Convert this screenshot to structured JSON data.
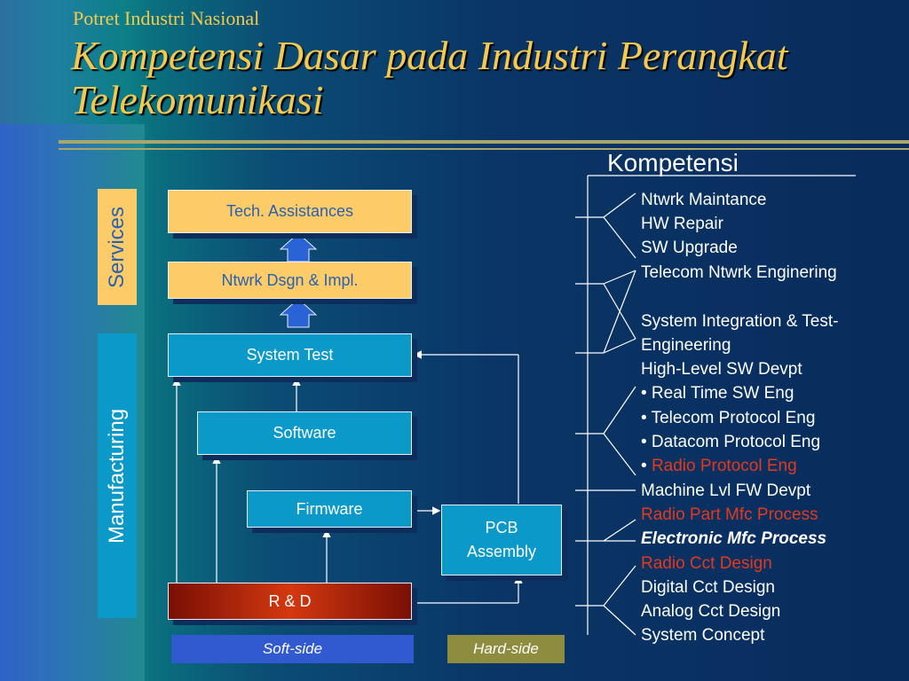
{
  "slide": {
    "subtitle": "Potret Industri Nasional",
    "title_line1": "Kompetensi Dasar pada Industri Perangkat",
    "title_line2": "Telekomunikasi"
  },
  "sections": {
    "services": "Services",
    "manufacturing": "Manufacturing"
  },
  "boxes": {
    "tech": "Tech. Assistances",
    "ntwrk": "Ntwrk Dsgn & Impl.",
    "system_test": "System Test",
    "software": "Software",
    "firmware": "Firmware",
    "rnd": "R & D",
    "pcb_line1": "PCB",
    "pcb_line2": "Assembly"
  },
  "tags": {
    "soft": "Soft-side",
    "hard": "Hard-side"
  },
  "kompetensi": {
    "title": "Kompetensi",
    "items": [
      "Ntwrk Maintance",
      "HW Repair",
      "SW Upgrade",
      "Telecom Ntwrk Enginering",
      "System Integration & Test-",
      "Engineering",
      "High-Level SW Devpt",
      "• Real Time SW Eng",
      "• Telecom Protocol Eng",
      "• Datacom Protocol Eng",
      "• ",
      "Radio Protocol Eng",
      "Machine Lvl FW Devpt",
      "Radio Part Mfc Process",
      "Electronic Mfc Process",
      "Radio Cct Design",
      "Digital Cct Design",
      "Analog Cct Design",
      "System Concept"
    ]
  },
  "colors": {
    "title": "#f5c94e",
    "services_box": "#fdcb68",
    "process_box": "#0b99c9",
    "highlight_red": "#e5381c",
    "soft_tag": "#3159d0",
    "hard_tag": "#8e8c3e"
  }
}
